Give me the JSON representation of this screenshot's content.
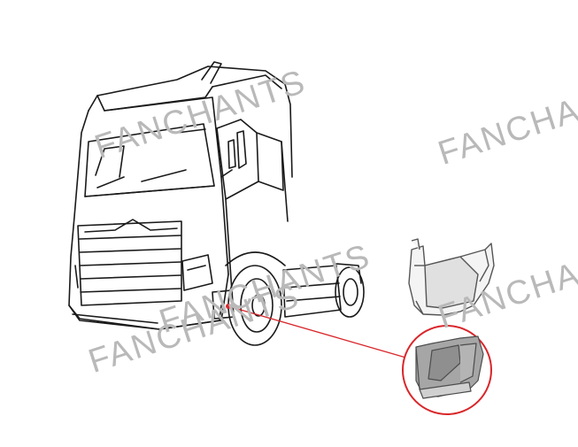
{
  "watermark": {
    "text_1": "FANCHANTS",
    "text_2": "FANCHAN",
    "text_3": "FANCHANTS",
    "text_4": "FANCHANTS",
    "text_5": "FANCHAN"
  },
  "colors": {
    "line": "#1a1a1a",
    "callout": "#d9262a",
    "watermark": "#b9b9b9",
    "part_fill": "#8f8f8f"
  },
  "icons": [
    "truck-line-drawing",
    "step-panel-part",
    "callout-circle"
  ]
}
